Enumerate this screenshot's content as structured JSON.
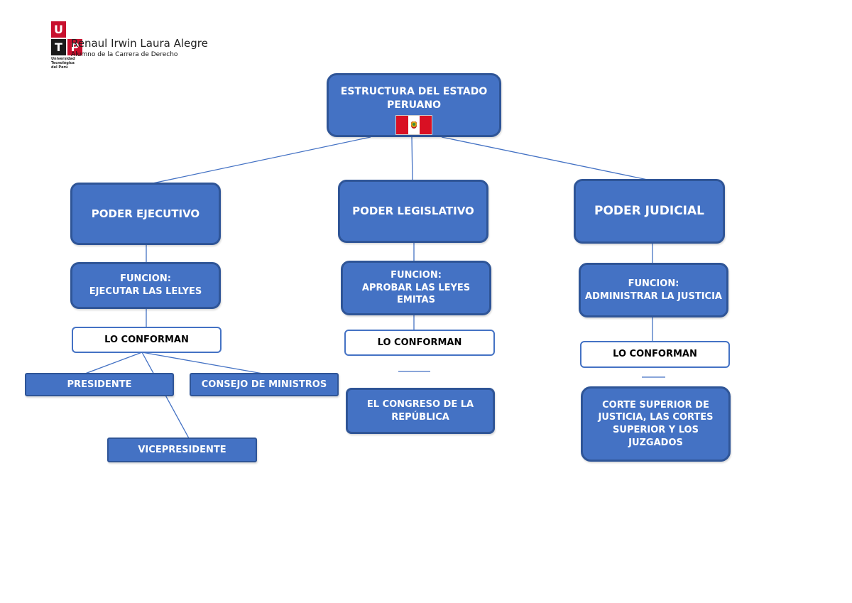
{
  "header": {
    "logo_letters": [
      "U",
      "T",
      "P",
      ""
    ],
    "logo_caption": [
      "Universidad",
      "Tecnológica",
      "del Perú"
    ],
    "author_name": "Renaul Irwin Laura Alegre",
    "author_role": "Alumno de la Carrera de Derecho"
  },
  "colors": {
    "box_fill": "#4472c4",
    "box_border": "#2f5597",
    "logo_red": "#c8102e",
    "logo_dark": "#1a1a1a",
    "flag_red": "#d91023"
  },
  "root": {
    "lines": [
      "ESTRUCTURA DEL ESTADO",
      "PERUANO"
    ],
    "flag": "peru-flag"
  },
  "branches": [
    {
      "title": "PODER EJECUTIVO",
      "function_lines": [
        "FUNCION:",
        "EJECUTAR LAS LELYES"
      ],
      "conform_label": "LO CONFORMAN",
      "members": [
        "PRESIDENTE",
        "CONSEJO DE MINISTROS",
        "VICEPRESIDENTE"
      ]
    },
    {
      "title": "PODER LEGISLATIVO",
      "function_lines": [
        "FUNCION:",
        "APROBAR LAS LEYES",
        "EMITAS"
      ],
      "conform_label": "LO CONFORMAN",
      "members": [
        "EL CONGRESO DE LA",
        "REPÚBLICA"
      ]
    },
    {
      "title": "PODER JUDICIAL",
      "function_lines": [
        "FUNCION:",
        "ADMINISTRAR LA JUSTICIA"
      ],
      "conform_label": "LO CONFORMAN",
      "members": [
        "CORTE SUPERIOR DE",
        "JUSTICIA, LAS CORTES",
        "SUPERIOR Y LOS",
        "JUZGADOS"
      ]
    }
  ]
}
